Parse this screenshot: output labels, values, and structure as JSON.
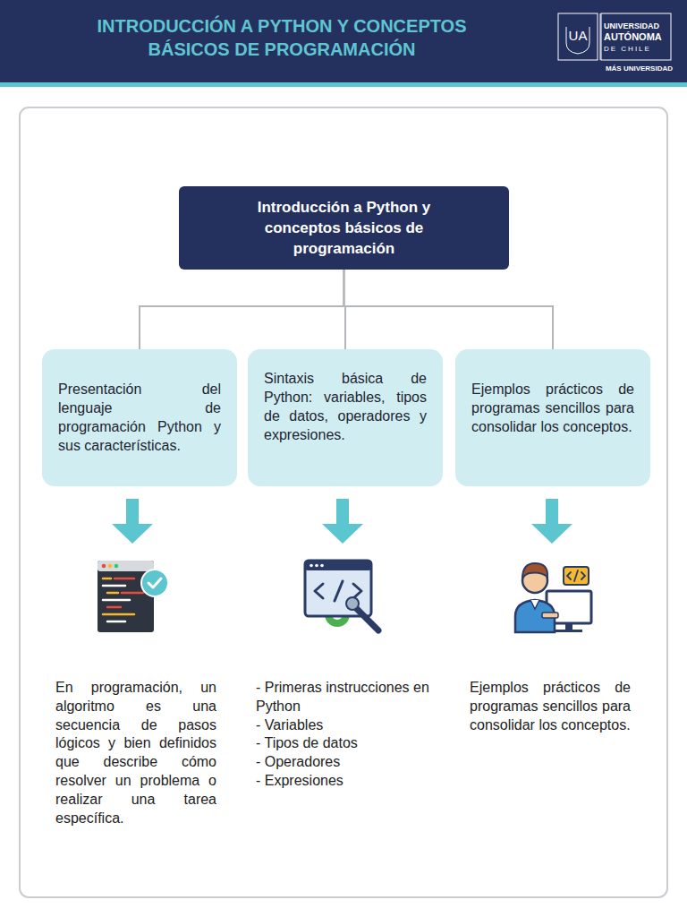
{
  "diagram": {
    "title": "INTRODUCCIÓN A PYTHON Y CONCEPTOS BÁSICOS DE PROGRAMACIÓN",
    "nodes": [
      {
        "text": [
          "Introducción a Python y conceptos básicos de programación"
        ]
      },
      {
        "text": [
          "Presentación del lenguaje de programación Python y sus características."
        ]
      },
      {
        "text": [
          "Sintaxis básica de Python: variables, tipos de datos, operadores y expresiones."
        ]
      },
      {
        "text": [
          "Ejemplos prácticos de programas sencillos para consolidar los conceptos."
        ]
      }
    ],
    "edges": [
      {
        "from": 0,
        "to": 1,
        "arrow": "none"
      },
      {
        "from": 0,
        "to": 2,
        "arrow": "none"
      },
      {
        "from": 0,
        "to": 3,
        "arrow": "none"
      }
    ],
    "labels": [
      "UA",
      "UNIVERSIDAD",
      "AUTÓNOMA",
      "DE CHILE",
      "MÁS UNIVERSIDAD",
      "En programación, un algoritmo es una secuencia de pasos lógicos y bien definidos que describe cómo resolver un problema o realizar una tarea específica.",
      "- Primeras instrucciones en Python",
      "- Variables",
      "- Tipos de datos",
      "- Operadores",
      "- Expresiones",
      "Ejemplos prácticos de programas sencillos para consolidar los conceptos."
    ]
  }
}
